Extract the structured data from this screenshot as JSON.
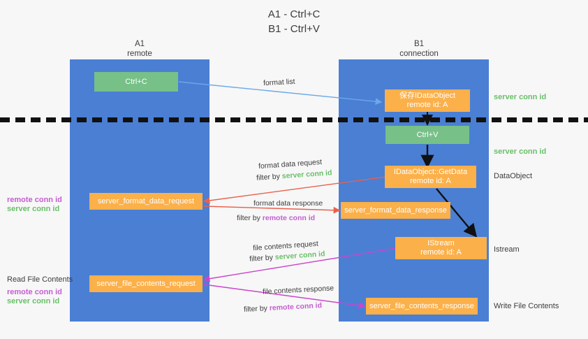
{
  "title": "A1 - Ctrl+C\nB1 - Ctrl+V",
  "lanes": {
    "a": {
      "header": "A1\nremote",
      "color": "#4a7fd4"
    },
    "b": {
      "header": "B1\nconnection",
      "color": "#4a7fd4"
    }
  },
  "boxes": {
    "ctrl_c": "Ctrl+C",
    "ctrl_v": "Ctrl+V",
    "save_dataobject": "保存IDataObject\nremote id: A",
    "getdata": "IDataObject::GetData\nremote id: A",
    "istream": "IStream\nremote id: A",
    "format_data_request": "server_format_data_request",
    "format_data_response": "server_format_data_response",
    "file_contents_request": "server_file_contents_request",
    "file_contents_response": "server_file_contents_response"
  },
  "right_labels": {
    "server_conn_id_1": "server conn id",
    "server_conn_id_2": "server conn id",
    "dataobject": "DataObject",
    "istream": "Istream",
    "write_file_contents": "Write File Contents"
  },
  "left_labels": {
    "remote_conn_id_1": "remote conn id",
    "server_conn_id_1": "server conn id",
    "read_file_contents": "Read File Contents",
    "remote_conn_id_2": "remote conn id",
    "server_conn_id_2": "server conn id"
  },
  "edges": {
    "format_list": "format list",
    "format_data_request": "format data request",
    "format_data_request_filter_prefix": "filter by ",
    "format_data_request_filter_key": "server conn id",
    "format_data_response": "format data response",
    "format_data_response_filter_prefix": "filter by ",
    "format_data_response_filter_key": "remote conn id",
    "file_contents_request": "file contents request",
    "file_contents_request_filter_prefix": "filter by ",
    "file_contents_request_filter_key": "server conn id",
    "file_contents_response": "file contents response",
    "file_contents_response_filter_prefix": "filter by ",
    "file_contents_response_filter_key": "remote conn id"
  },
  "colors": {
    "lane": "#4a7fd4",
    "green_box": "#77c088",
    "orange_box": "#fbb04a",
    "server_conn_id": "#6abf69",
    "remote_conn_id": "#c45ed0",
    "arrow_red": "#e8614d",
    "arrow_magenta": "#cc44cc",
    "arrow_blue": "#6aa8e8",
    "arrow_black": "#111111",
    "divider": "#111111"
  }
}
